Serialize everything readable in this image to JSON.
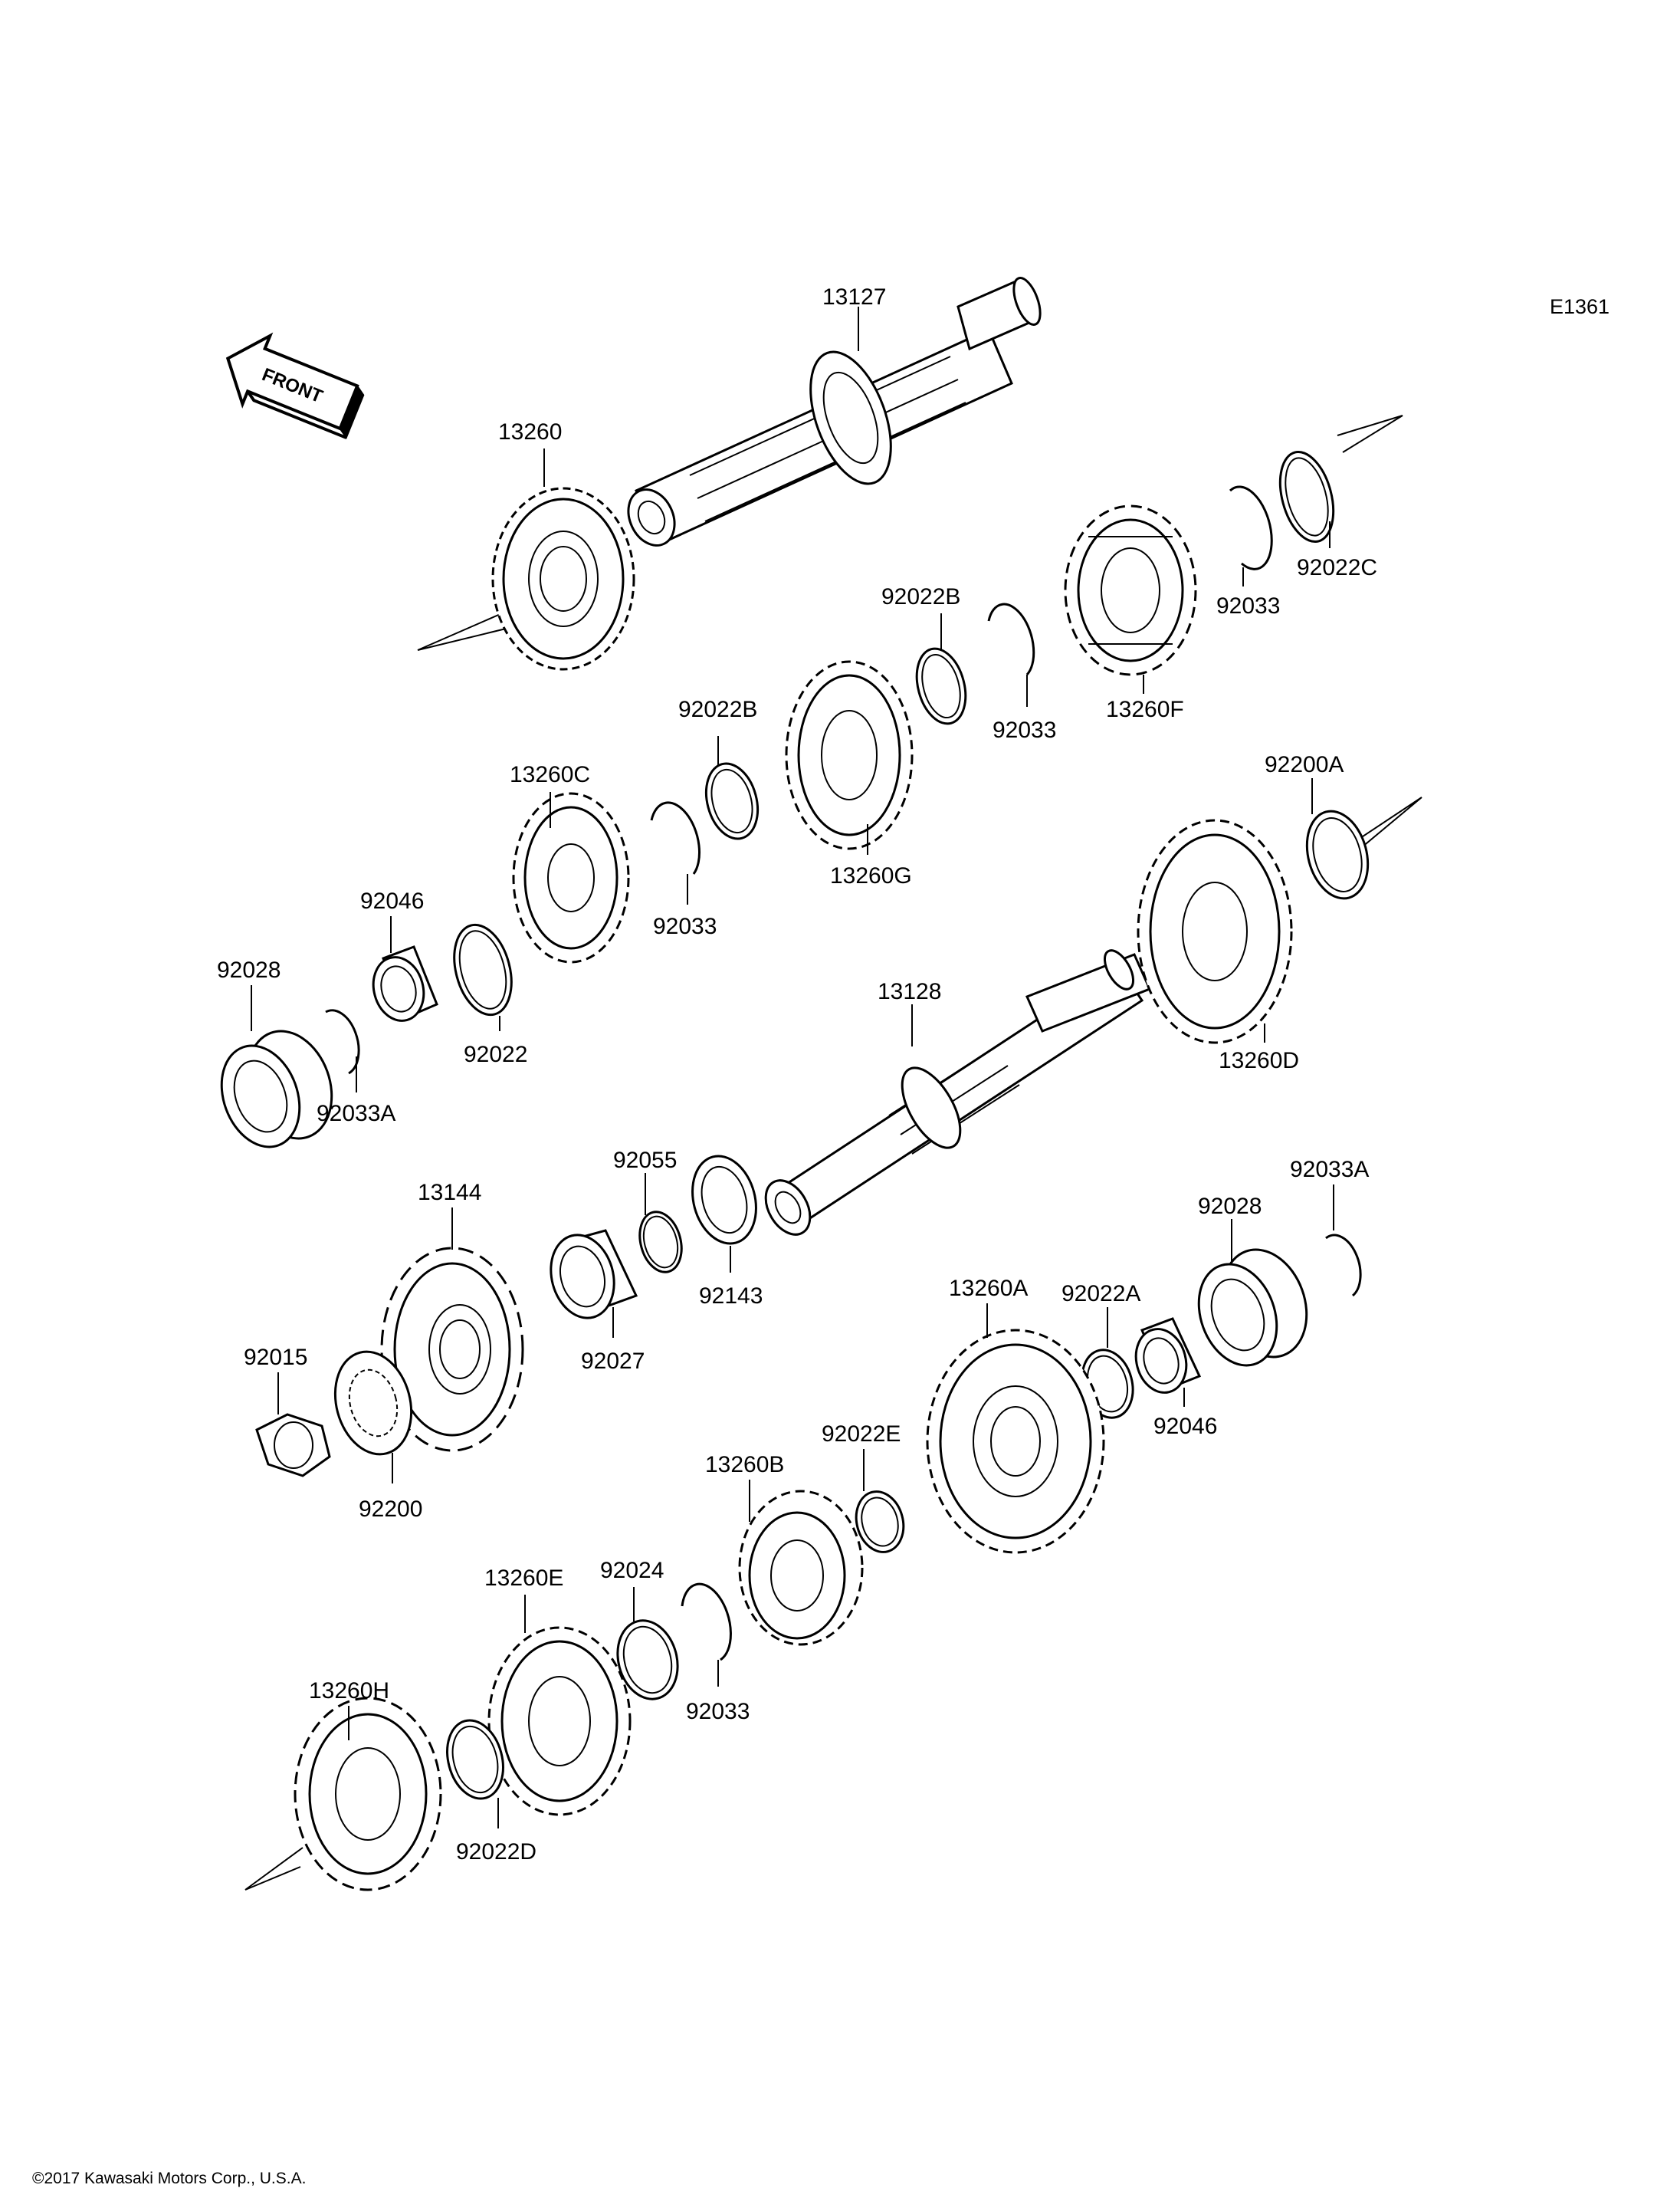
{
  "diagram": {
    "code": "E1361",
    "front_label": "FRONT",
    "copyright": "©2017 Kawasaki Motors Corp., U.S.A."
  },
  "labels": {
    "p13127": "13127",
    "p13260": "13260",
    "p92022C": "92022C",
    "p92033_a": "92033",
    "p13260F": "13260F",
    "p92022B_a": "92022B",
    "p92033_b": "92033",
    "p92022B_b": "92022B",
    "p13260G": "13260G",
    "p13260C": "13260C",
    "p92033_c": "92033",
    "p92200A": "92200A",
    "p92046_a": "92046",
    "p92028_a": "92028",
    "p92022": "92022",
    "p92033A_a": "92033A",
    "p13128": "13128",
    "p13260D": "13260D",
    "p92055": "92055",
    "p13144": "13144",
    "p92143": "92143",
    "p92027": "92027",
    "p92033A_b": "92033A",
    "p92028_b": "92028",
    "p13260A": "13260A",
    "p92022A": "92022A",
    "p92015": "92015",
    "p92046_b": "92046",
    "p92200": "92200",
    "p92022E": "92022E",
    "p13260B": "13260B",
    "p13260E": "13260E",
    "p92024": "92024",
    "p92033_d": "92033",
    "p13260H": "13260H",
    "p92022D": "92022D"
  }
}
